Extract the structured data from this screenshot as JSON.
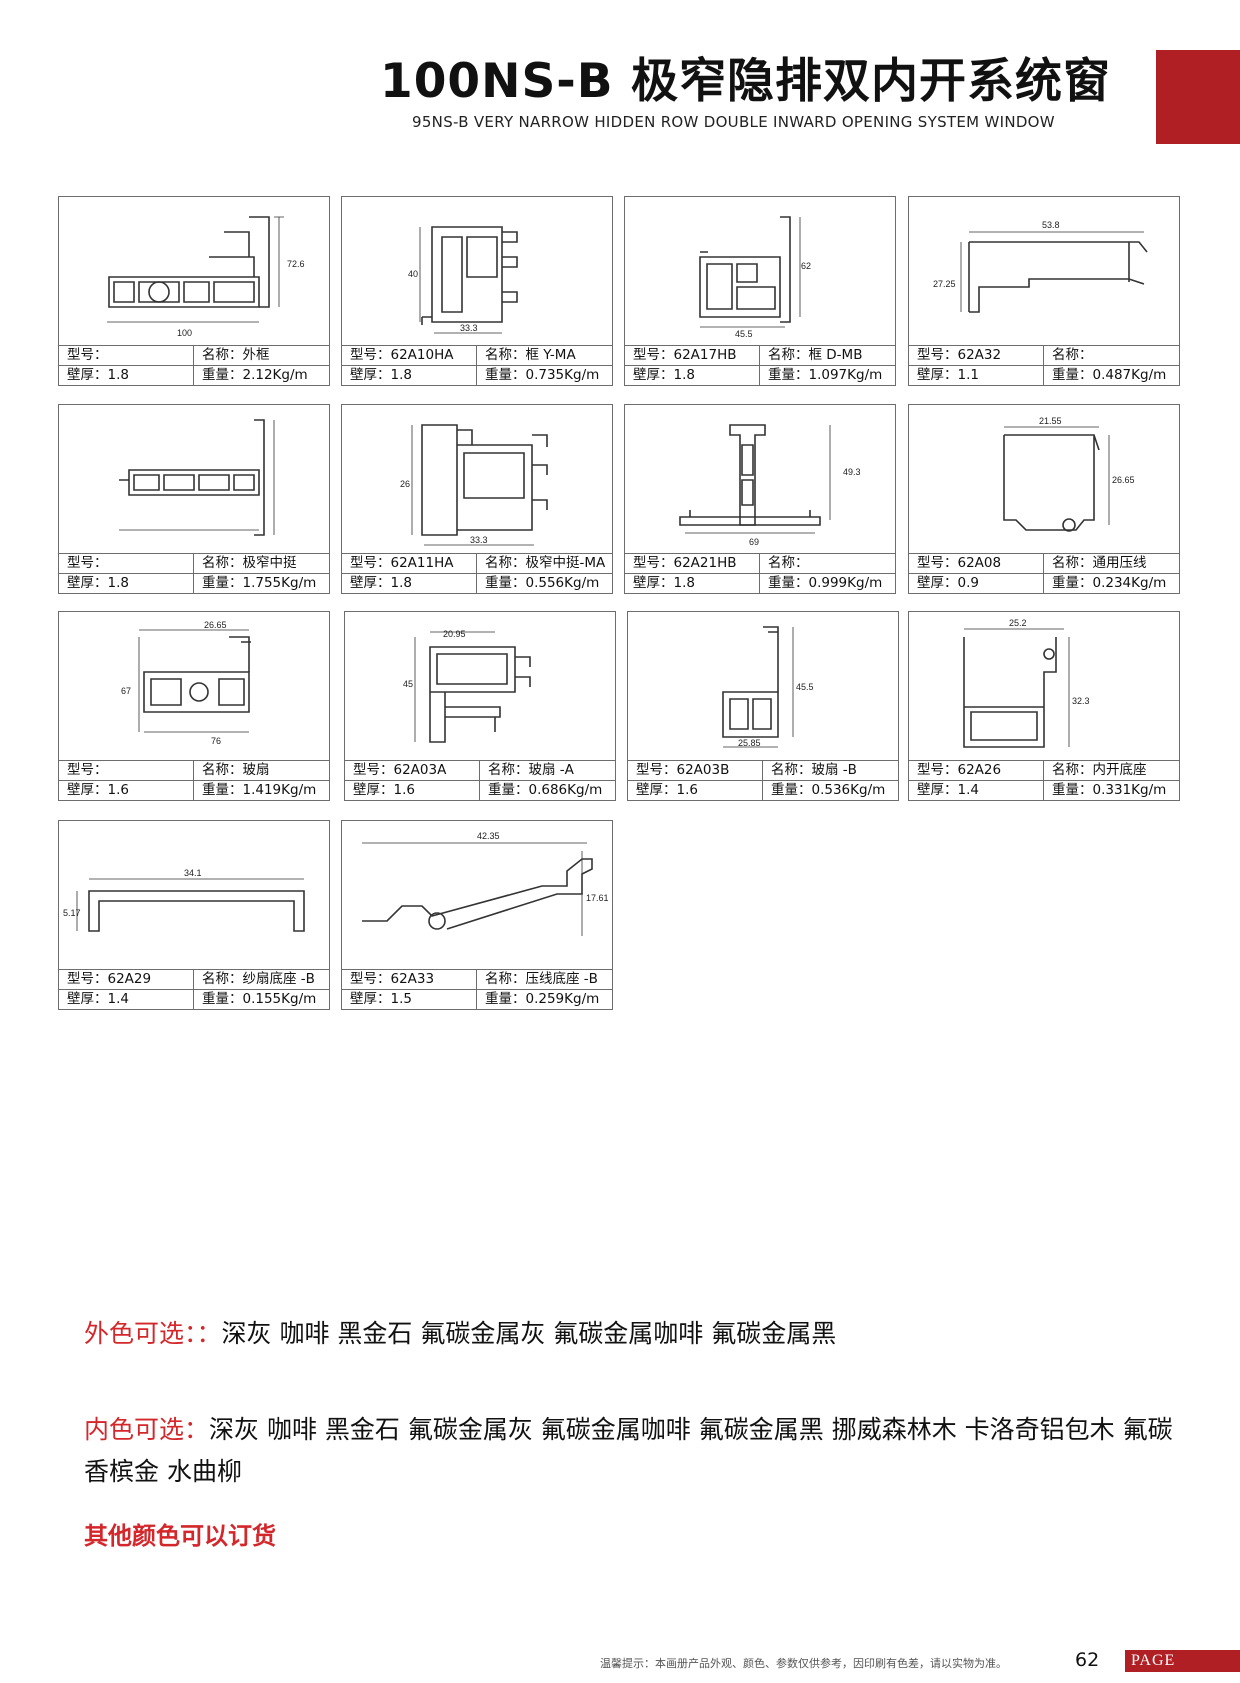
{
  "header": {
    "title": "100NS-B 极窄隐排双内开系统窗",
    "subtitle": "95NS-B VERY NARROW HIDDEN ROW DOUBLE INWARD OPENING SYSTEM WINDOW"
  },
  "profiles": [
    {
      "model": "型号：",
      "name": "名称：外框",
      "thickness": "壁厚：1.8",
      "weight": "重量：2.12Kg/m",
      "dims": [
        "72.6",
        "100"
      ]
    },
    {
      "model": "型号：62A10HA",
      "name": "名称：框 Y-MA",
      "thickness": "壁厚：1.8",
      "weight": "重量：0.735Kg/m",
      "dims": [
        "40",
        "33.3"
      ]
    },
    {
      "model": "型号：62A17HB",
      "name": "名称：框 D-MB",
      "thickness": "壁厚：1.8",
      "weight": "重量：1.097Kg/m",
      "dims": [
        "62",
        "45.5"
      ]
    },
    {
      "model": "型号：62A32",
      "name": "名称：",
      "thickness": "壁厚：1.1",
      "weight": "重量：0.487Kg/m",
      "dims": [
        "53.8",
        "27.25"
      ]
    },
    {
      "model": "型号：",
      "name": "名称：极窄中挺",
      "thickness": "壁厚：1.8",
      "weight": "重量：1.755Kg/m",
      "dims": []
    },
    {
      "model": "型号：62A11HA",
      "name": "名称：极窄中挺-MA",
      "thickness": "壁厚：1.8",
      "weight": "重量：0.556Kg/m",
      "dims": [
        "26",
        "33.3"
      ]
    },
    {
      "model": "型号：62A21HB",
      "name": "名称：",
      "thickness": "壁厚：1.8",
      "weight": "重量：0.999Kg/m",
      "dims": [
        "49.3",
        "69"
      ]
    },
    {
      "model": "型号：62A08",
      "name": "名称：通用压线",
      "thickness": "壁厚：0.9",
      "weight": "重量：0.234Kg/m",
      "dims": [
        "21.55",
        "26.65"
      ]
    },
    {
      "model": "型号：",
      "name": "名称：玻扇",
      "thickness": "壁厚：1.6",
      "weight": "重量：1.419Kg/m",
      "dims": [
        "26.65",
        "67",
        "76"
      ]
    },
    {
      "model": "型号：62A03A",
      "name": "名称：玻扇 -A",
      "thickness": "壁厚：1.6",
      "weight": "重量：0.686Kg/m",
      "dims": [
        "20.95",
        "45"
      ]
    },
    {
      "model": "型号：62A03B",
      "name": "名称：玻扇 -B",
      "thickness": "壁厚：1.6",
      "weight": "重量：0.536Kg/m",
      "dims": [
        "45.5",
        "25.85"
      ]
    },
    {
      "model": "型号：62A26",
      "name": "名称：内开底座",
      "thickness": "壁厚：1.4",
      "weight": "重量：0.331Kg/m",
      "dims": [
        "25.2",
        "32.3"
      ]
    },
    {
      "model": "型号：62A29",
      "name": "名称：纱扇底座 -B",
      "thickness": "壁厚：1.4",
      "weight": "重量：0.155Kg/m",
      "dims": [
        "34.1",
        "5.17"
      ]
    },
    {
      "model": "型号：62A33",
      "name": "名称：压线底座 -B",
      "thickness": "壁厚：1.5",
      "weight": "重量：0.259Kg/m",
      "dims": [
        "42.35",
        "17.61"
      ]
    }
  ],
  "colors": {
    "outer_label": "外色可选：：",
    "outer_values": "深灰 咖啡 黑金石 氟碳金属灰 氟碳金属咖啡 氟碳金属黑",
    "inner_label": "内色可选：",
    "inner_values": "深灰 咖啡 黑金石 氟碳金属灰 氟碳金属咖啡 氟碳金属黑 挪威森林木 卡洛奇铝包木 氟碳香槟金 水曲柳",
    "order_note": "其他颜色可以订货"
  },
  "footer": {
    "note": "温馨提示：本画册产品外观、颜色、参数仅供参考，因印刷有色差，请以实物为准。",
    "page_number": "62",
    "page_tag": "PAGE"
  },
  "theme": {
    "accent": "#b01f24",
    "label_red": "#d3272b"
  }
}
